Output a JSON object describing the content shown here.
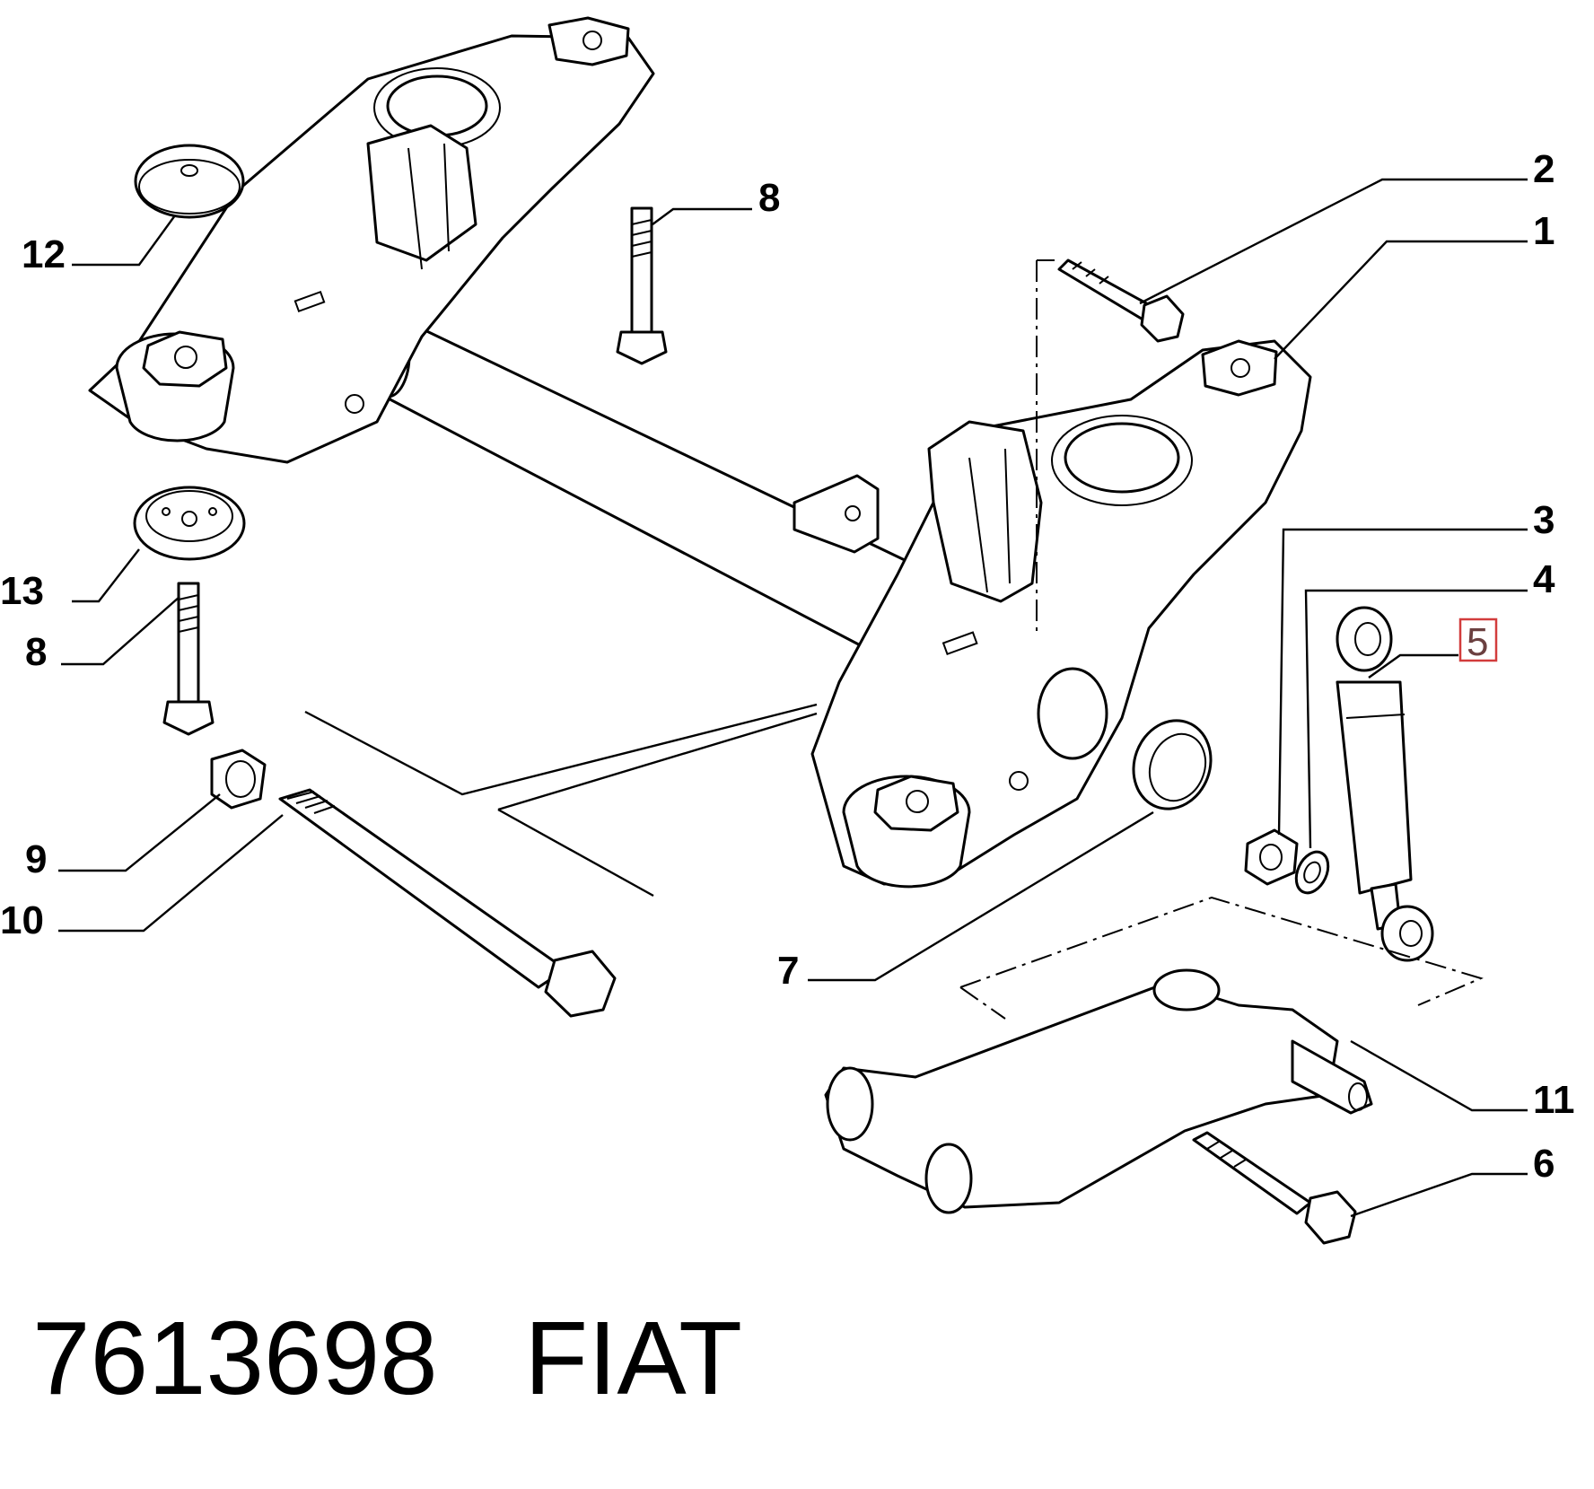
{
  "caption": {
    "part_number": "7613698",
    "brand": "FIAT"
  },
  "callouts": [
    {
      "id": "c1",
      "text": "1"
    },
    {
      "id": "c2",
      "text": "2"
    },
    {
      "id": "c3",
      "text": "3"
    },
    {
      "id": "c4",
      "text": "4"
    },
    {
      "id": "c5",
      "text": "5",
      "highlighted": true
    },
    {
      "id": "c6",
      "text": "6"
    },
    {
      "id": "c7",
      "text": "7"
    },
    {
      "id": "c8a",
      "text": "8"
    },
    {
      "id": "c8b",
      "text": "8"
    },
    {
      "id": "c9",
      "text": "9"
    },
    {
      "id": "c10",
      "text": "10"
    },
    {
      "id": "c11",
      "text": "11"
    },
    {
      "id": "c12",
      "text": "12"
    },
    {
      "id": "c13",
      "text": "13"
    }
  ],
  "colors": {
    "line": "#000000",
    "highlight_box": "#d23c3c",
    "highlight_text": "#6b4040"
  }
}
